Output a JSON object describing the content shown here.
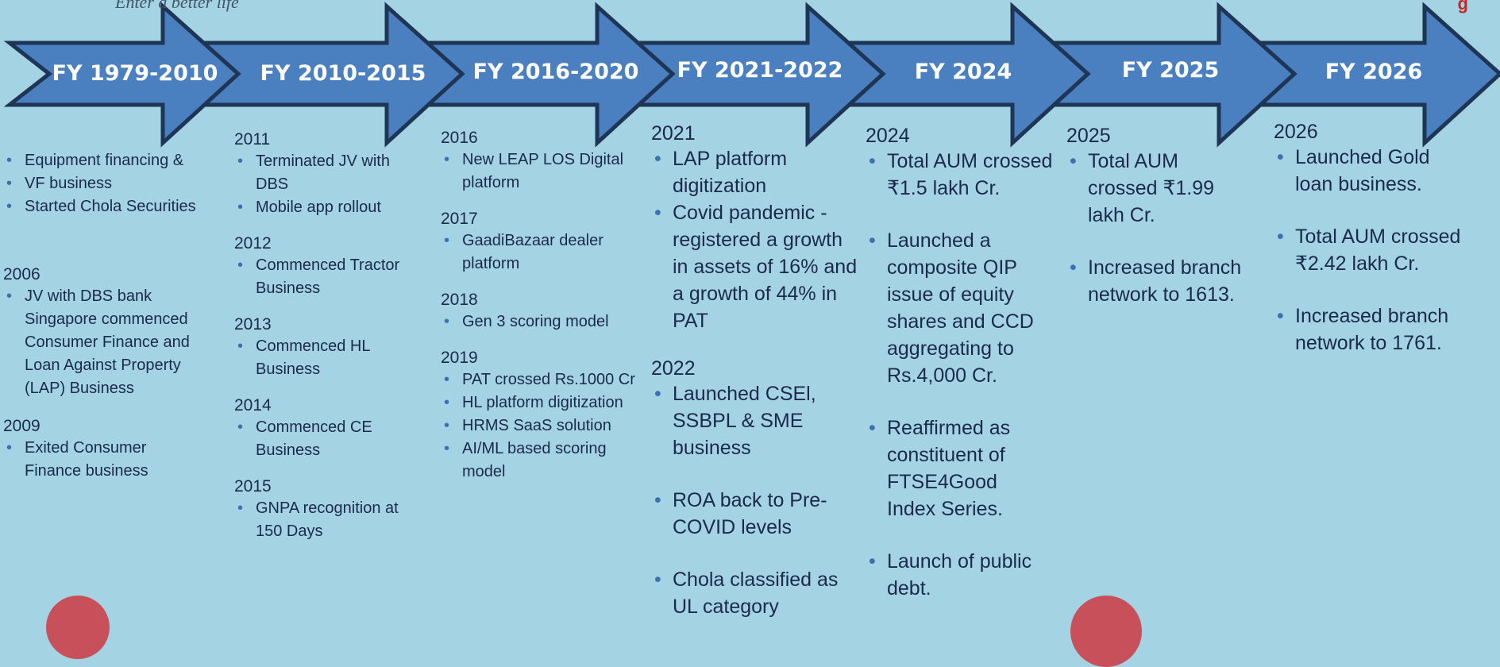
{
  "header": {
    "tagline": "Enter a better life",
    "logo_fragment": "g"
  },
  "colors": {
    "background": "#a4d4e4",
    "arrow_fill": "#4a7fc0",
    "arrow_border": "#1e3556",
    "bullet": "#3e6fae",
    "text": "#1b2a4a"
  },
  "phases": [
    {
      "label": "FY 1979-2010",
      "groups": [
        {
          "year": "",
          "items": [
            "Equipment financing &",
            "VF business",
            "Started Chola Securities"
          ]
        },
        {
          "year": "2006",
          "items": [
            "JV with DBS bank Singapore commenced Consumer Finance and Loan Against Property (LAP) Business"
          ]
        },
        {
          "year": "2009",
          "items": [
            "Exited Consumer Finance business"
          ]
        }
      ]
    },
    {
      "label": "FY 2010-2015",
      "groups": [
        {
          "year": "2011",
          "items": [
            "Terminated JV with DBS",
            "Mobile app rollout"
          ]
        },
        {
          "year": "2012",
          "items": [
            "Commenced Tractor Business"
          ]
        },
        {
          "year": "2013",
          "items": [
            "Commenced HL Business"
          ]
        },
        {
          "year": "2014",
          "items": [
            "Commenced CE Business"
          ]
        },
        {
          "year": "2015",
          "items": [
            "GNPA recognition at 150 Days"
          ]
        }
      ]
    },
    {
      "label": "FY 2016-2020",
      "groups": [
        {
          "year": "2016",
          "items": [
            "New LEAP LOS Digital platform"
          ]
        },
        {
          "year": "2017",
          "items": [
            "GaadiBazaar dealer platform"
          ]
        },
        {
          "year": "2018",
          "items": [
            "Gen 3 scoring model"
          ]
        },
        {
          "year": "2019",
          "items": [
            "PAT crossed Rs.1000 Cr",
            "HL platform digitization",
            "HRMS SaaS solution",
            "AI/ML based scoring model"
          ]
        }
      ]
    },
    {
      "label": "FY 2021-2022",
      "groups": [
        {
          "year": "2021",
          "items": [
            "LAP platform digitization",
            "Covid pandemic - registered a growth in assets of 16% and a growth of 44% in PAT"
          ]
        },
        {
          "year": "2022",
          "items": [
            "Launched CSEl, SSBPL & SME business",
            "ROA back to Pre-COVID levels",
            "Chola classified as UL category"
          ]
        }
      ]
    },
    {
      "label": "FY 2024",
      "groups": [
        {
          "year": "2024",
          "items": [
            "Total AUM crossed ₹1.5 lakh Cr.",
            "Launched a composite QIP issue of equity shares and CCD aggregating to Rs.4,000 Cr.",
            "Reaffirmed as constituent of FTSE4Good Index Series.",
            "Launch of public debt."
          ]
        }
      ]
    },
    {
      "label": "FY 2025",
      "groups": [
        {
          "year": "2025",
          "items": [
            "Total AUM crossed ₹1.99 lakh Cr.",
            "Increased branch network to 1613."
          ]
        }
      ]
    },
    {
      "label": "FY 2026",
      "groups": [
        {
          "year": "2026",
          "items": [
            "Launched Gold loan business.",
            "Total AUM crossed ₹2.42 lakh Cr.",
            "Increased branch network to 1761."
          ]
        }
      ]
    }
  ]
}
